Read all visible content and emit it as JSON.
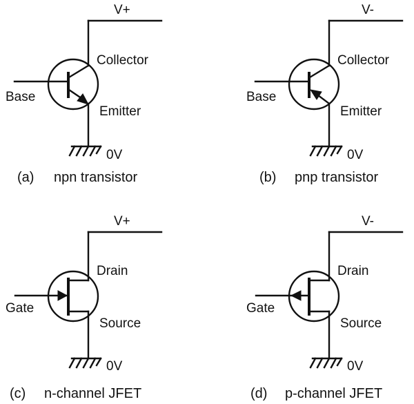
{
  "diagrams": [
    {
      "id": "a",
      "type": "npn",
      "supply": "V+",
      "top_terminal": "Collector",
      "control_terminal": "Base",
      "bottom_terminal": "Emitter",
      "ground": "0V",
      "caption_letter": "(a)",
      "caption_text": "npn transistor"
    },
    {
      "id": "b",
      "type": "pnp",
      "supply": "V-",
      "top_terminal": "Collector",
      "control_terminal": "Base",
      "bottom_terminal": "Emitter",
      "ground": "0V",
      "caption_letter": "(b)",
      "caption_text": "pnp transistor"
    },
    {
      "id": "c",
      "type": "njfet",
      "supply": "V+",
      "top_terminal": "Drain",
      "control_terminal": "Gate",
      "bottom_terminal": "Source",
      "ground": "0V",
      "caption_letter": "(c)",
      "caption_text": "n-channel JFET"
    },
    {
      "id": "d",
      "type": "pjfet",
      "supply": "V-",
      "top_terminal": "Drain",
      "control_terminal": "Gate",
      "bottom_terminal": "Source",
      "ground": "0V",
      "caption_letter": "(d)",
      "caption_text": "p-channel JFET"
    }
  ]
}
